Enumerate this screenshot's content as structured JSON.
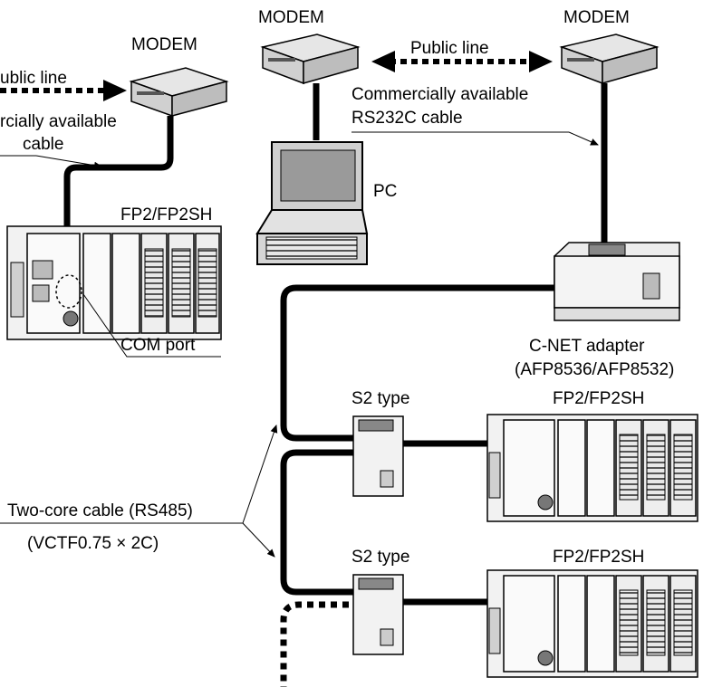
{
  "labels": {
    "modem_left": "MODEM",
    "modem_center": "MODEM",
    "modem_right": "MODEM",
    "public_line_left": "ublic line",
    "public_line_top": "Public line",
    "cable_left_line1": "rcially available",
    "cable_left_line2": "cable",
    "cable_right_line1": "Commercially available",
    "cable_right_line2": "RS232C cable",
    "pc": "PC",
    "plc_top_left": "FP2/FP2SH",
    "com_port": "COM port",
    "cnet_line1": "C-NET adapter",
    "cnet_line2": "(AFP8536/AFP8532)",
    "s2_upper": "S2 type",
    "s2_lower": "S2 type",
    "plc_mid_right": "FP2/FP2SH",
    "plc_bottom_right": "FP2/FP2SH",
    "two_core_line1": "Two-core cable (RS485)",
    "two_core_line2": "(VCTF0.75 × 2C)"
  }
}
